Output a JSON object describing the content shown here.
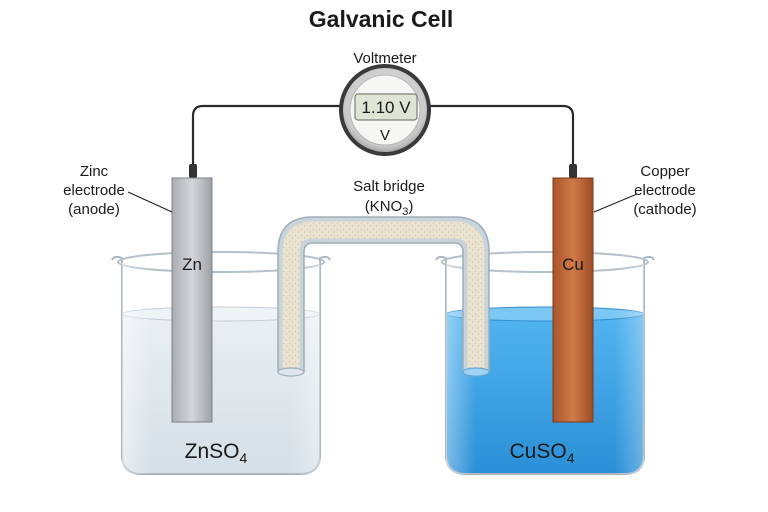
{
  "title": "Galvanic Cell",
  "voltmeter": {
    "label": "Voltmeter",
    "reading": "1.10 V",
    "unit_symbol": "V"
  },
  "salt_bridge": {
    "label": "Salt bridge",
    "formula": "KNO",
    "formula_sub": "3"
  },
  "anode": {
    "line1": "Zinc",
    "line2": "electrode",
    "line3": "(anode)",
    "symbol": "Zn",
    "solution": "ZnSO",
    "solution_sub": "4"
  },
  "cathode": {
    "line1": "Copper",
    "line2": "electrode",
    "line3": "(cathode)",
    "symbol": "Cu",
    "solution": "CuSO",
    "solution_sub": "4"
  },
  "colors": {
    "zinc": "#b9bcbf",
    "copper": "#c0693a",
    "cuso4_solution": "#3aa3e6",
    "znso4_solution": "#dde6ec",
    "wire": "#2b2b2b"
  }
}
